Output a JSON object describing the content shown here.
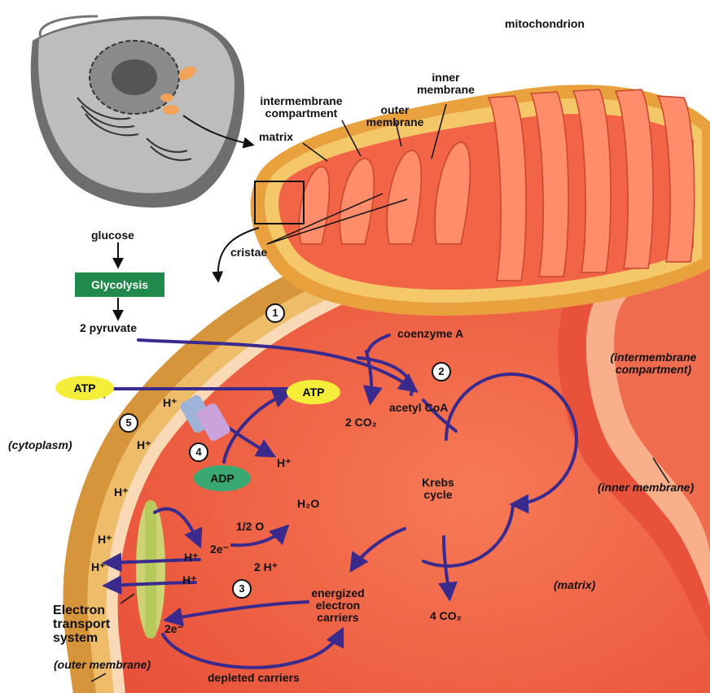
{
  "labels": {
    "mitochondrion": "mitochondrion",
    "intermembrane_compartment": "intermembrane compartment",
    "outer_membrane": "outer membrane",
    "inner_membrane": "inner membrane",
    "matrix": "matrix",
    "cristae": "cristae",
    "glucose": "glucose",
    "glycolysis": "Glycolysis",
    "pyruvate": "2 pyruvate",
    "coenzyme_a": "coenzyme A",
    "acetyl_coa": "acetyl CoA",
    "co2_two": "2 CO₂",
    "atp_outside": "ATP",
    "atp_inside": "ATP",
    "adp": "ADP",
    "cytoplasm": "(cytoplasm)",
    "intermembrane_compartment_italic": "(intermembrane compartment)",
    "inner_membrane_italic": "(inner membrane)",
    "matrix_italic": "(matrix)",
    "krebs_cycle": "Krebs cycle",
    "co2_four": "4 CO₂",
    "energized_carriers": "energized electron carriers",
    "depleted_carriers": "depleted carriers",
    "half_o2": "1/2 O",
    "h2o": "H₂O",
    "two_h_plus": "2 H⁺",
    "two_e_top": "2e⁻",
    "two_e_bottom": "2e⁻",
    "h_plus": "H⁺",
    "ets": "Electron transport system",
    "ets_outer_membrane": "(outer membrane)"
  },
  "steps": [
    "1",
    "2",
    "3",
    "4",
    "5"
  ],
  "colors": {
    "matrix": "#f2674a",
    "membrane": "#e8b25a",
    "outer_membrane": "#d6953a",
    "arrow": "#3a2a8e",
    "glycolysis_box": "#1f8a4c",
    "atp": "#f4ee3a",
    "adp": "#3aa872"
  }
}
